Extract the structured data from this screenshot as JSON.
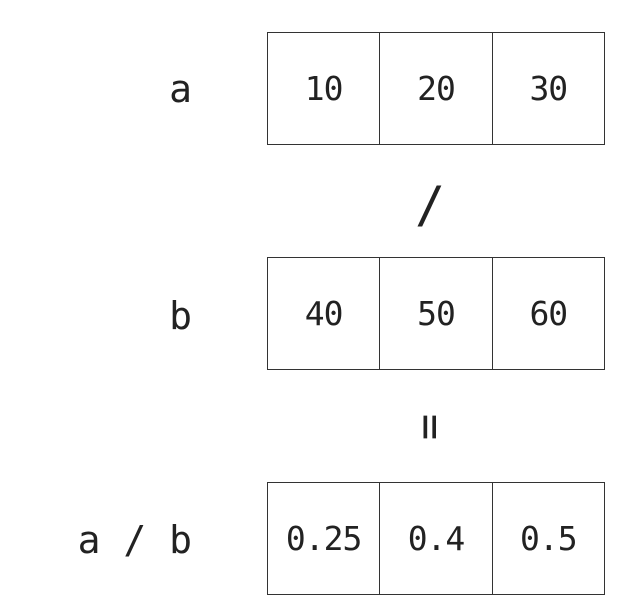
{
  "rows": [
    {
      "label": "a",
      "values": [
        "10",
        "20",
        "30"
      ]
    },
    {
      "label": "b",
      "values": [
        "40",
        "50",
        "60"
      ]
    },
    {
      "label": "a / b",
      "values": [
        "0.25",
        "0.4",
        "0.5"
      ]
    }
  ],
  "operators": {
    "divide": "/",
    "equals": "="
  }
}
